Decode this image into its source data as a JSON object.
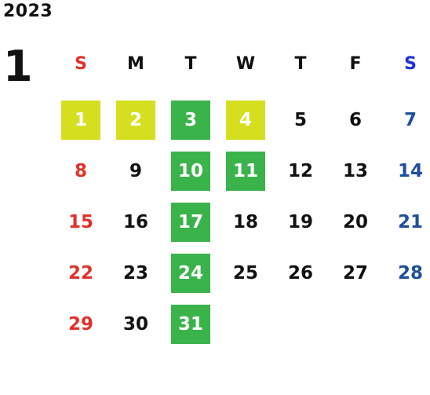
{
  "year": "2023",
  "month": "1",
  "colors": {
    "sunday": "#e0322a",
    "saturday": "#1f4f9a",
    "saturday_header": "#1d2fd6",
    "highlight_lime": "#d6df1f",
    "highlight_green": "#3ab34a"
  },
  "weekdays": [
    "S",
    "M",
    "T",
    "W",
    "T",
    "F",
    "S"
  ],
  "weeks": [
    [
      {
        "d": "1",
        "hl": "lime"
      },
      {
        "d": "2",
        "hl": "lime"
      },
      {
        "d": "3",
        "hl": "green"
      },
      {
        "d": "4",
        "hl": "lime"
      },
      {
        "d": "5"
      },
      {
        "d": "6"
      },
      {
        "d": "7"
      }
    ],
    [
      {
        "d": "8"
      },
      {
        "d": "9"
      },
      {
        "d": "10",
        "hl": "green"
      },
      {
        "d": "11",
        "hl": "green"
      },
      {
        "d": "12"
      },
      {
        "d": "13"
      },
      {
        "d": "14"
      }
    ],
    [
      {
        "d": "15"
      },
      {
        "d": "16"
      },
      {
        "d": "17",
        "hl": "green"
      },
      {
        "d": "18"
      },
      {
        "d": "19"
      },
      {
        "d": "20"
      },
      {
        "d": "21"
      }
    ],
    [
      {
        "d": "22"
      },
      {
        "d": "23"
      },
      {
        "d": "24",
        "hl": "green"
      },
      {
        "d": "25"
      },
      {
        "d": "26"
      },
      {
        "d": "27"
      },
      {
        "d": "28"
      }
    ],
    [
      {
        "d": "29"
      },
      {
        "d": "30"
      },
      {
        "d": "31",
        "hl": "green"
      },
      {
        "d": ""
      },
      {
        "d": ""
      },
      {
        "d": ""
      },
      {
        "d": ""
      }
    ]
  ]
}
